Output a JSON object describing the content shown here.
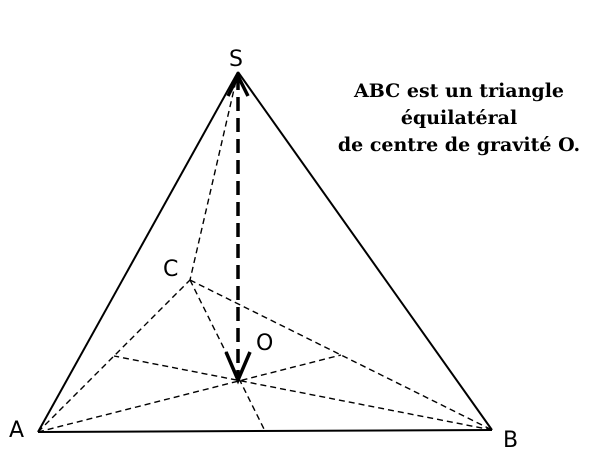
{
  "points": {
    "S": "S",
    "A": "A",
    "B": "B",
    "C": "C",
    "O": "O"
  },
  "caption": {
    "line1": "ABC est un triangle",
    "line2": "équilatéral",
    "line3": "de centre de gravité O."
  },
  "colors": {
    "stroke": "#000000",
    "background": "#ffffff"
  }
}
